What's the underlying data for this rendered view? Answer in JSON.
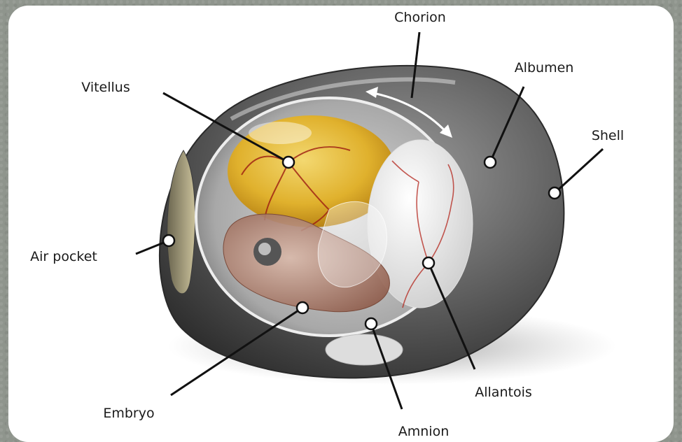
{
  "diagram": {
    "labels": {
      "chorion": "Chorion",
      "albumen": "Albumen",
      "vitellus": "Vitellus",
      "shell": "Shell",
      "air_pocket": "Air pocket",
      "embryo": "Embryo",
      "allantois": "Allantois",
      "amnion": "Amnion"
    }
  }
}
